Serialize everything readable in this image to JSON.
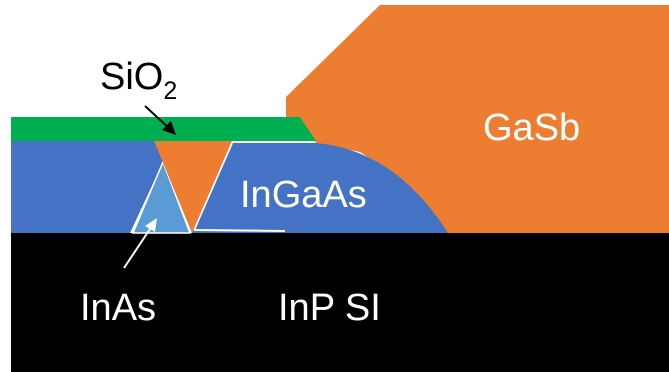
{
  "labels": {
    "sio2": {
      "base": "SiO",
      "sub": "2"
    },
    "gasb": "GaSb",
    "ingaas": "InGaAs",
    "inas": "InAs",
    "substrate": "InP SI"
  },
  "colors": {
    "substrate": "#000000",
    "ingaas": "#4472c4",
    "inas": "#5b9bd5",
    "gasb": "#ed7d31",
    "sio2": "#00b050",
    "background": "#ffffff",
    "dark_text": "#000000",
    "light_text": "#ffffff"
  }
}
